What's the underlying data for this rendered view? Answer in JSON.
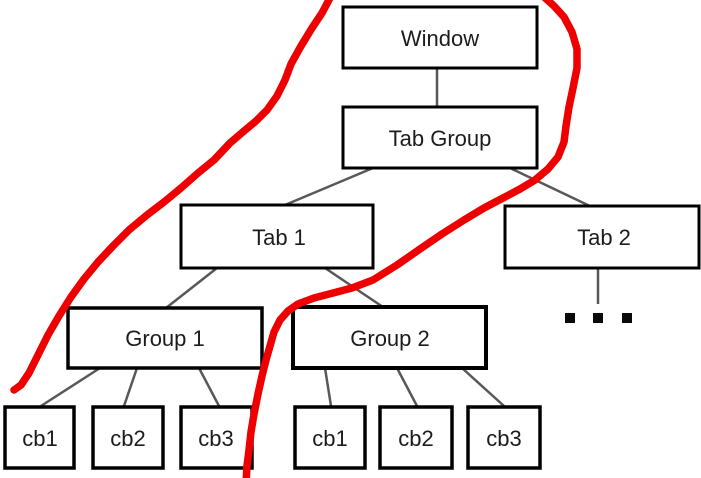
{
  "diagram": {
    "type": "tree",
    "nodes": {
      "window": {
        "label": "Window"
      },
      "tab_group": {
        "label": "Tab Group"
      },
      "tab1": {
        "label": "Tab 1"
      },
      "tab2": {
        "label": "Tab 2"
      },
      "group1": {
        "label": "Group 1"
      },
      "group2": {
        "label": "Group 2"
      },
      "group1_cb1": {
        "label": "cb1"
      },
      "group1_cb2": {
        "label": "cb2"
      },
      "group1_cb3": {
        "label": "cb3"
      },
      "group2_cb1": {
        "label": "cb1"
      },
      "group2_cb2": {
        "label": "cb2"
      },
      "group2_cb3": {
        "label": "cb3"
      }
    },
    "edges": [
      [
        "Window",
        "Tab Group"
      ],
      [
        "Tab Group",
        "Tab 1"
      ],
      [
        "Tab Group",
        "Tab 2"
      ],
      [
        "Tab 1",
        "Group 1"
      ],
      [
        "Tab 1",
        "Group 2"
      ],
      [
        "Tab 2",
        "ellipsis"
      ],
      [
        "Group 1",
        "cb1"
      ],
      [
        "Group 1",
        "cb2"
      ],
      [
        "Group 1",
        "cb3"
      ],
      [
        "Group 2",
        "cb1"
      ],
      [
        "Group 2",
        "cb2"
      ],
      [
        "Group 2",
        "cb3"
      ]
    ],
    "icons": {
      "tab2_more": "ellipsis-squares"
    },
    "colors": {
      "background": "#ffffff",
      "box_fill": "#ffffff",
      "box_border": "#000000",
      "connector": "#585858",
      "text": "#1c1c1c",
      "annotation_red": "#ee0000"
    }
  }
}
